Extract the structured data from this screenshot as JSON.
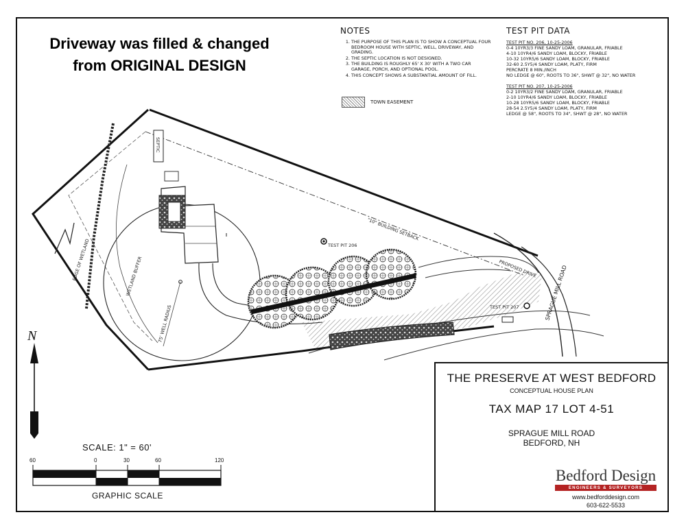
{
  "overlay_note": {
    "line1": "Driveway was filled & changed",
    "line2": "from ORIGINAL DESIGN"
  },
  "notes": {
    "title": "NOTES",
    "items": [
      "THE PURPOSE OF THIS PLAN IS TO SHOW A CONCEPTUAL FOUR BEDROOM HOUSE WITH SEPTIC, WELL, DRIVEWAY, AND GRADING.",
      "THE SEPTIC LOCATION IS NOT DESIGNED.",
      "THE BUILDING IS ROUGHLY 65' X 30' WITH A TWO CAR GARAGE, PORCH, AND OPTIONAL POOL.",
      "THIS CONCEPT SHOWS A SUBSTANTIAL AMOUNT OF FILL."
    ],
    "legend_label": "TOWN EASEMENT"
  },
  "test_pit_data": {
    "title": "TEST PIT DATA",
    "pits": [
      {
        "title": "TEST PIT NO. 206, 10-25-2006",
        "lines": [
          "0-4 10YR3/3 FINE SANDY LOAM, GRANULAR, FRIABLE",
          "4-10 10YR4/6 SANDY LOAM, BLOCKY, FRIABLE",
          "10-32 10YR5/6 SANDY LOAM, BLOCKY, FRIABLE",
          "32-60 2.5Y5/4 SANDY LOAM, PLATY, FIRM",
          "PERCRATE 8 MIN./INCH",
          "NO LEDGE @ 60\", ROOTS TO 36\", SHWT @ 32\", NO WATER"
        ]
      },
      {
        "title": "TEST PIT NO. 207, 10-25-2006",
        "lines": [
          "0-2 10YR3/2 FINE SANDY LOAM, GRANULAR, FRIABLE",
          "2-10 10YR4/6 SANDY LOAM, BLOCKY, FRIABLE",
          "10-28 10YR5/6 SANDY LOAM, BLOCKY, FRIABLE",
          "28-54 2.5Y5/4 SANDY LOAM, PLATY, FIRM",
          "LEDGE @ 58\", ROOTS TO 34\", SHWT @ 28\", NO WATER"
        ]
      }
    ]
  },
  "plan_labels": {
    "septic": "SEPTIC",
    "edge_of_wetland": "EDGE OF WETLAND",
    "wetland_buffer": "WETLAND BUFFER",
    "well_radius": "75' WELL RADIUS",
    "test_pit_206": "TEST PIT 206",
    "test_pit_207": "TEST PIT 207",
    "building_setback": "\"10\" BUILDING SETBACK",
    "proposed_drive": "PROPOSED DRIVE",
    "road_name": "SPRAGUE MILL ROAD",
    "north": "N"
  },
  "scale": {
    "title": "SCALE:  1\"  =  60'",
    "ticks": [
      "60",
      "0",
      "30",
      "60",
      "120"
    ],
    "graphic_label": "GRAPHIC  SCALE"
  },
  "title_block": {
    "project": "THE PRESERVE AT WEST BEDFORD",
    "subtitle": "CONCEPTUAL HOUSE PLAN",
    "tax_map": "TAX MAP 17 LOT 4-51",
    "road": "SPRAGUE MILL ROAD",
    "city": "BEDFORD, NH",
    "firm_name": "Bedford Design",
    "firm_tagline": "ENGINEERS & SURVEYORS",
    "website": "www.bedforddesign.com",
    "phone": "603-622-5533",
    "brand_color": "#b42323"
  }
}
